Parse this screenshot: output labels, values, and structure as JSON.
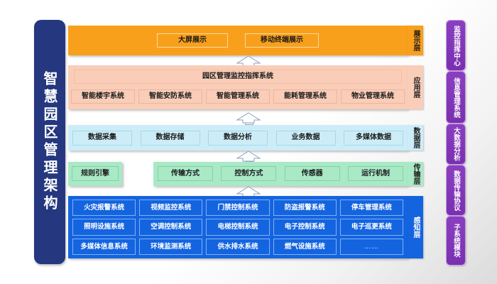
{
  "diagram": {
    "title_vertical": "智慧园区管理架构"
  },
  "layers": [
    {
      "key": "presentation",
      "name": "展示层",
      "color": "#f8a01c",
      "items": [
        "大屏展示",
        "移动终端展示"
      ]
    },
    {
      "key": "application",
      "name": "应用层",
      "color": "#f9cdb8",
      "headline": "园区管理监控指挥系统",
      "items": [
        "智能楼宇系统",
        "智能安防系统",
        "智能管理系统",
        "能耗管理系统",
        "物业管理系统"
      ]
    },
    {
      "key": "data",
      "name": "数据层",
      "color": "#ccedf8",
      "items": [
        "数据采集",
        "数据存储",
        "数据分析",
        "业务数据",
        "多媒体数据"
      ]
    },
    {
      "key": "transmission",
      "name": "传输层",
      "color": "#a9e9c6",
      "side_item": "规则引擎",
      "items": [
        "传输方式",
        "控制方式",
        "传感器",
        "运行机制"
      ]
    },
    {
      "key": "perception",
      "name": "感知层",
      "color": "#1464e0",
      "items": [
        "火灾报警系统",
        "视频监控系统",
        "门禁控制系统",
        "防盗报警系统",
        "停车管理系统",
        "照明设施系统",
        "空调控制系统",
        "电梯控制系统",
        "电子控制系统",
        "电子巡更系统",
        "多媒体信息系统",
        "环境监测系统",
        "供水排水系统",
        "燃气设施系统",
        "……"
      ]
    }
  ],
  "right_capsules": [
    {
      "label": "监控指挥中心"
    },
    {
      "label": "信息管理系统"
    },
    {
      "label": "大数据分析"
    },
    {
      "label": "数据传输协议"
    },
    {
      "label": "子系统模块"
    }
  ],
  "connectors": {
    "icon": "arrow-up-icon",
    "count": 4
  },
  "colors": {
    "sidebar": "#24377f",
    "presentation": "#f8a01c",
    "application": "#f9cdb8",
    "data": "#ccedf8",
    "transmission": "#a9e9c6",
    "perception": "#1464e0",
    "capsule": "#7a2fb0"
  }
}
